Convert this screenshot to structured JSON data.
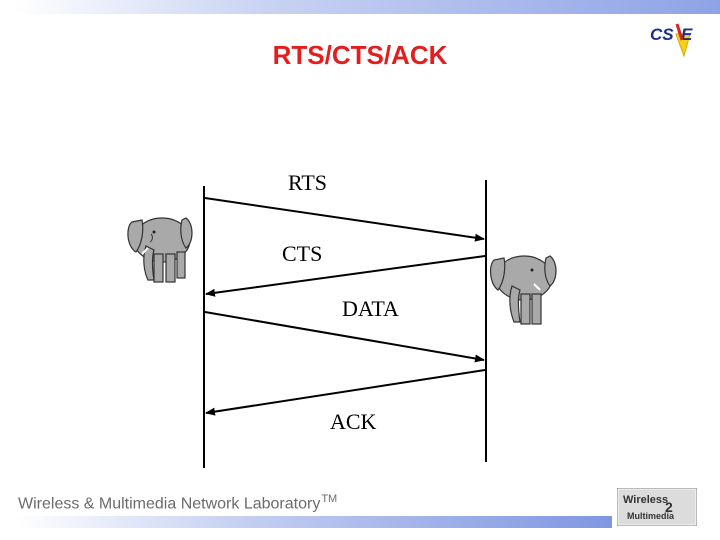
{
  "slide": {
    "title": "RTS/CTS/ACK",
    "footer": "Wireless & Multimedia Network Laboratory",
    "footer_tm": "TM"
  },
  "logos": {
    "cse_text": "CS/E",
    "lab_line1": "Wireless",
    "lab_line2": "Multimedia"
  },
  "messages": [
    {
      "label": "RTS",
      "direction": "left-to-right"
    },
    {
      "label": "CTS",
      "direction": "right-to-left"
    },
    {
      "label": "DATA",
      "direction": "left-to-right"
    },
    {
      "label": "ACK",
      "direction": "right-to-left"
    }
  ],
  "nodes": [
    {
      "icon": "elephant-icon",
      "side": "left"
    },
    {
      "icon": "elephant-icon",
      "side": "right"
    }
  ],
  "colors": {
    "title": "#e41e1e",
    "footer": "#6b6b6b",
    "bar_accent": "#8ea3e6"
  }
}
